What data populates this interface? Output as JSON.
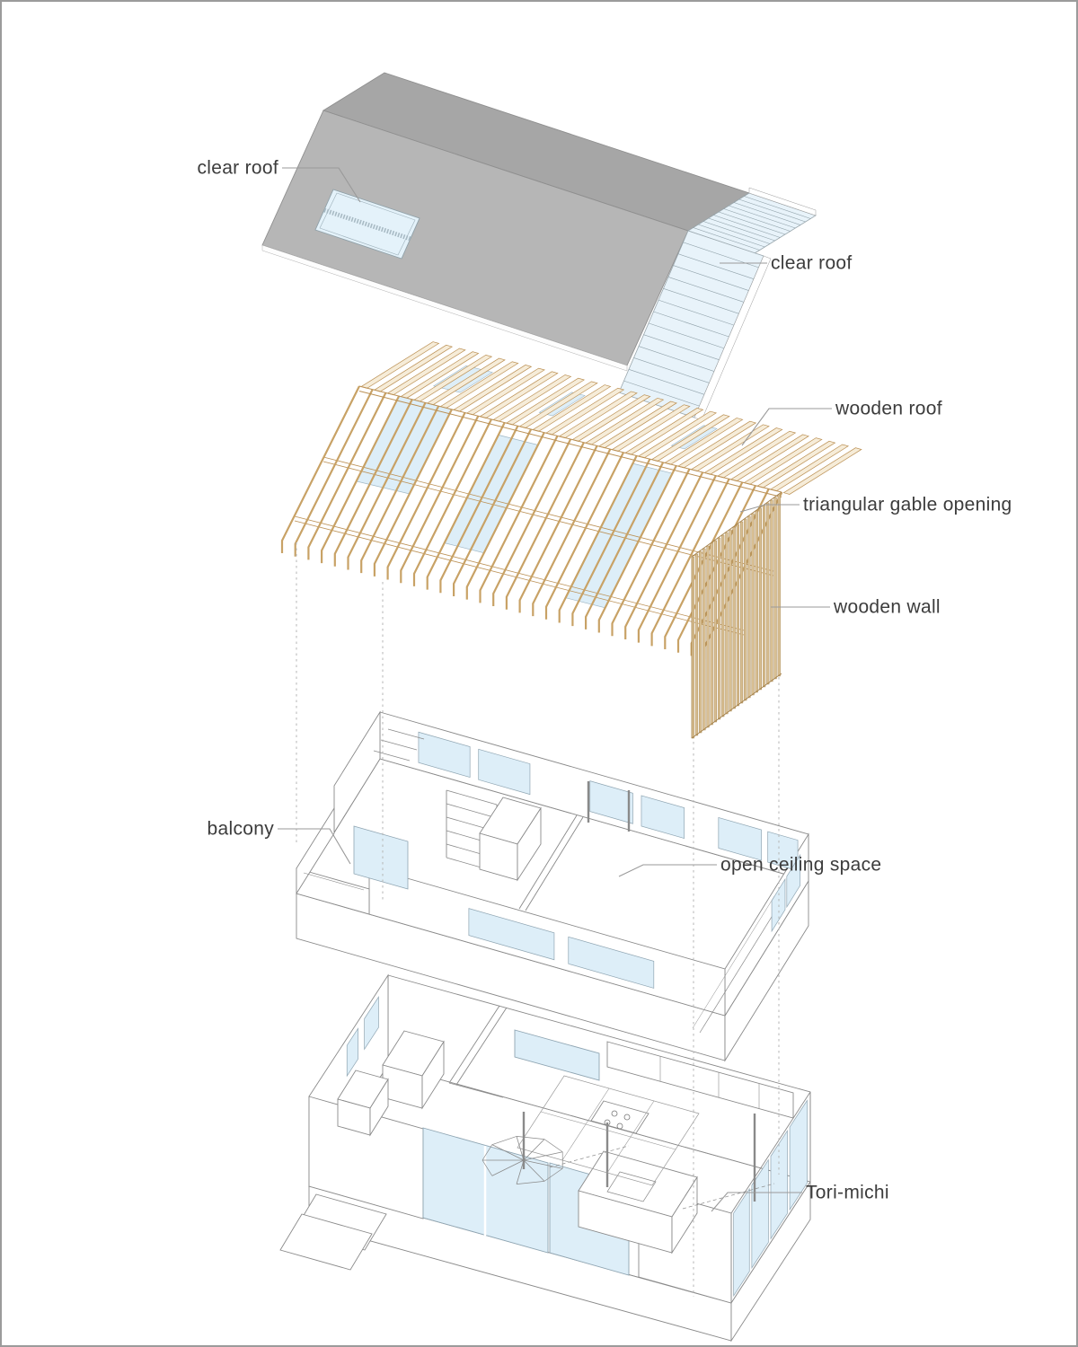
{
  "diagram": {
    "type": "exploded-axonometric-architecture-diagram",
    "annotations": {
      "clear_roof_left": "clear roof",
      "clear_roof_right": "clear roof",
      "wooden_roof": "wooden roof",
      "triangular_gable_opening": "triangular gable opening",
      "wooden_wall": "wooden wall",
      "balcony": "balcony",
      "open_ceiling_space": "open ceiling space",
      "tori_michi": "Tori-michi"
    }
  },
  "palette": {
    "background": "#ffffff",
    "border": "#9b9b9b",
    "roof_gray_front": "#b6b6b6",
    "roof_gray_top": "#a6a6a6",
    "roof_edge": "#8f8f8f",
    "glass_blue": "#ddeef8",
    "glass_stroke": "#8fa5b2",
    "stripe_line": "#8fa0a8",
    "wood_light": "#f6ecd8",
    "wood_stroke": "#bb9054",
    "wood_line": "#c8a266",
    "slat_fill": "#d8bf93",
    "slat_stroke": "#a5824b",
    "line_dark": "#8a8a8a",
    "line_mid": "#9a9a9a",
    "guide": "#b5b5b5",
    "leader": "#9a9a9a",
    "label_color": "#3c3c3c"
  }
}
